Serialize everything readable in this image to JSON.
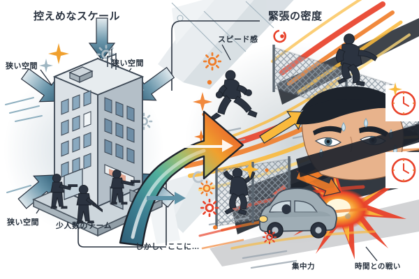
{
  "illustration": {
    "kind": "infographic-illustration",
    "description": "Split comparison illustration: restrained-scale tactical building scene on the left transitions via a gradient arrow into a high-tension action collage on the right.",
    "background_color": "#ffffff"
  },
  "palette": {
    "ink": "#26303c",
    "ink_soft": "#3c4754",
    "cool_accent": "#4a7a91",
    "cool_arrow": "#37647c",
    "cool_pale": "#dfe6ea",
    "building_light": "#dfe4e8",
    "building_mid": "#b9c3cb",
    "building_dark": "#8e9aa5",
    "window_blue": "#7fa3bb",
    "warm_red": "#e8412a",
    "warm_orange": "#f07c28",
    "warm_amber": "#f9b93c",
    "warm_yellow": "#ffd978",
    "dark_mass": "#1d232c",
    "skin": "#e8b38c",
    "teal_mid": "#4fae9c",
    "gray_panel": "#c9d2d8"
  },
  "left_panel": {
    "title": "控えめなスケール",
    "labels": [
      {
        "name": "narrow-space-top-left",
        "text": "狭い空間"
      },
      {
        "name": "narrow-space-top-right",
        "text": "狭い空間"
      },
      {
        "name": "narrow-space-bottom-left",
        "text": "狭い空間"
      },
      {
        "name": "small-team",
        "text": "少人数のチーム"
      }
    ],
    "scene": {
      "subject": "isometric mid-rise building on a plinth",
      "floors": 6,
      "figures": 3,
      "figure_kind": "tactical-officer-silhouette",
      "inward_arrows": 5,
      "decor": {
        "gears": 2,
        "sparkles": 3,
        "rings": 2,
        "speed_lines": 7
      }
    }
  },
  "transition": {
    "note": "しかし、ここに…",
    "arrow": {
      "name": "gradient-transition-arrow",
      "from_color": "#37647c",
      "mid_color": "#4fae9c",
      "to_color": "#e8412a",
      "direction": "left-to-right, sweeping upward"
    },
    "small_arrow_color": "#5f93a8"
  },
  "right_panel": {
    "title": "緊張の密度",
    "labels": [
      {
        "name": "speed-feel",
        "text": "スピード感"
      },
      {
        "name": "concentration",
        "text": "集中力"
      },
      {
        "name": "race-against-time",
        "text": "時間との戦い"
      }
    ],
    "scene": {
      "subjects": [
        "running-operative",
        "fence-climbing-operative-upper",
        "fence-climbing-operative-lower",
        "intense-face-closeup-with-sweat",
        "compact-car-in-motion",
        "explosion-burst"
      ],
      "chain_link_fences": 2,
      "clock_icons": 2,
      "decor": {
        "gears": 4,
        "sparkles": 4,
        "dots": 6,
        "speed_streaks": 24
      }
    }
  },
  "icons": {
    "clock": "clock-icon",
    "gear": "gear-icon",
    "sparkle": "sparkle-icon",
    "arrow": "arrow-icon"
  }
}
